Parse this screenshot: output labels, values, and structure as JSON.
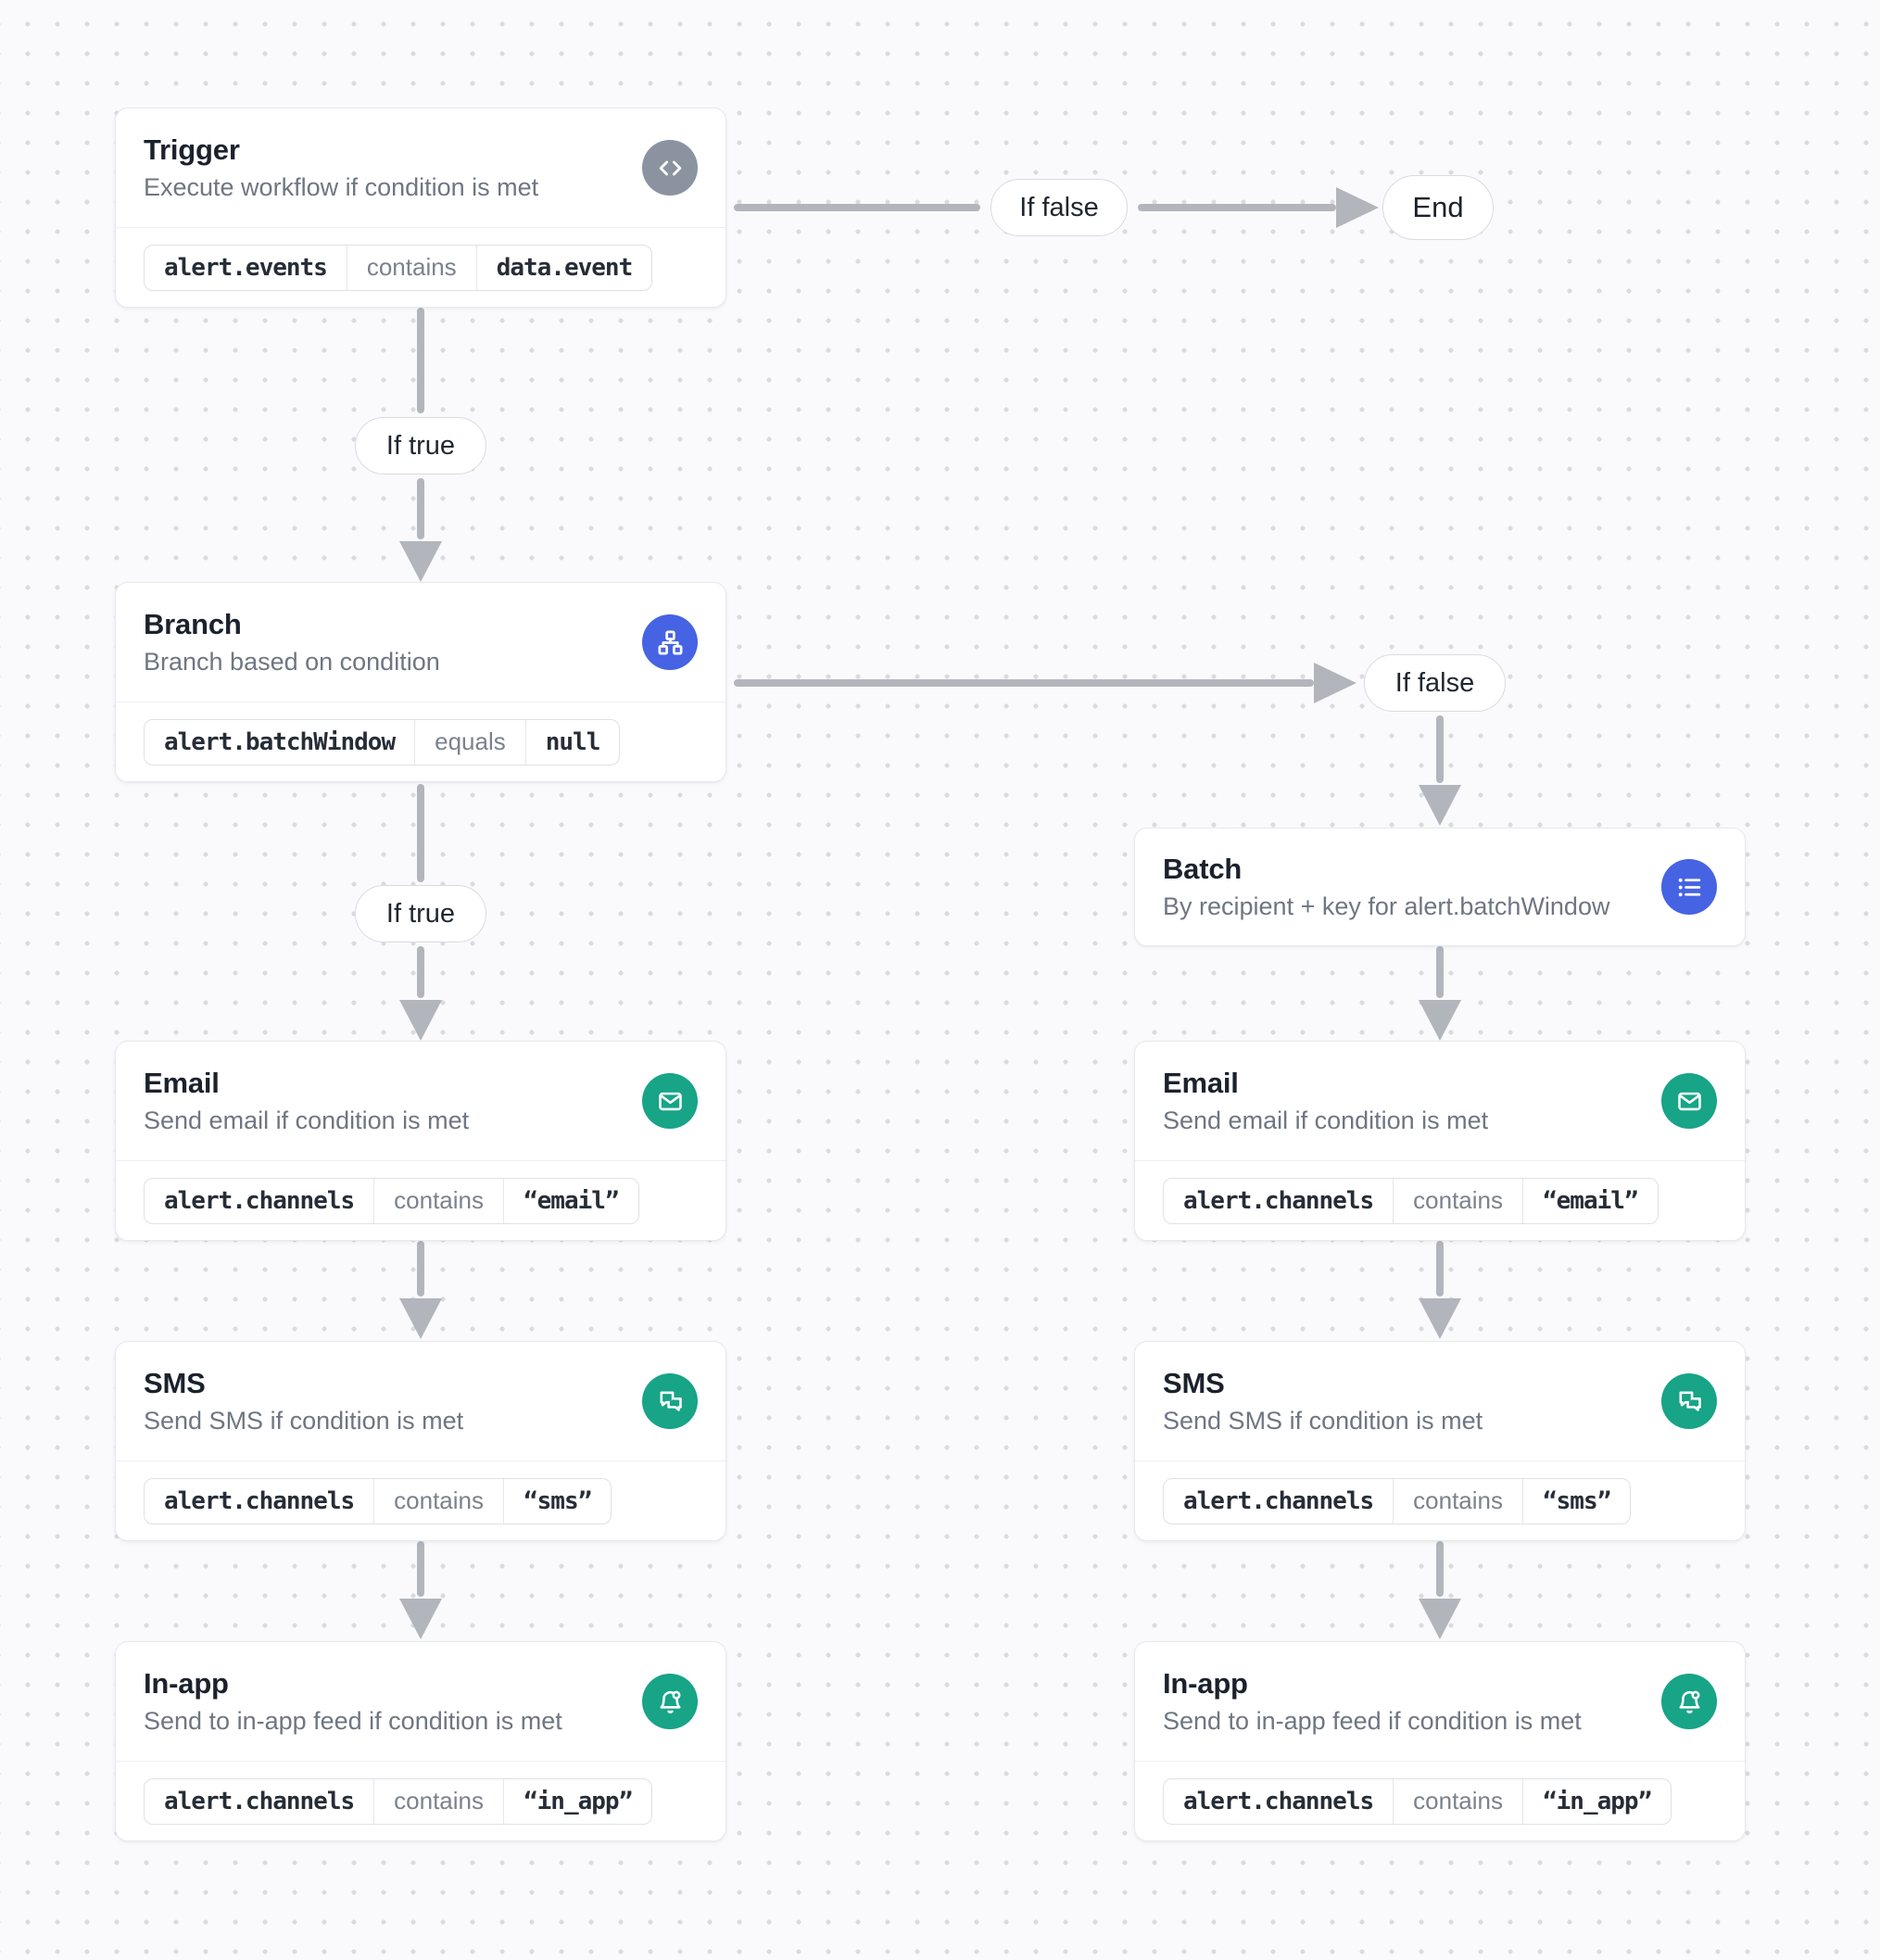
{
  "colors": {
    "accent_blue": "#4663e4",
    "accent_green": "#17a487",
    "neutral_icon_gray": "#8b93a1",
    "connector_gray": "#b2b6bc"
  },
  "nodes": {
    "trigger": {
      "title": "Trigger",
      "subtitle": "Execute workflow if condition is met",
      "icon": "code-icon",
      "condition": {
        "field": "alert.events",
        "operator": "contains",
        "value": "data.event"
      }
    },
    "branch": {
      "title": "Branch",
      "subtitle": "Branch based on condition",
      "icon": "sitemap-icon",
      "condition": {
        "field": "alert.batchWindow",
        "operator": "equals",
        "value": "null"
      }
    },
    "batch": {
      "title": "Batch",
      "subtitle": "By recipient + key for alert.batchWindow",
      "icon": "list-icon"
    },
    "email_left": {
      "title": "Email",
      "subtitle": "Send email if condition is met",
      "icon": "mail-icon",
      "condition": {
        "field": "alert.channels",
        "operator": "contains",
        "value": "“email”"
      }
    },
    "sms_left": {
      "title": "SMS",
      "subtitle": "Send SMS if condition is met",
      "icon": "chat-icon",
      "condition": {
        "field": "alert.channels",
        "operator": "contains",
        "value": "“sms”"
      }
    },
    "inapp_left": {
      "title": "In-app",
      "subtitle": "Send to in-app feed if condition is met",
      "icon": "bell-icon",
      "condition": {
        "field": "alert.channels",
        "operator": "contains",
        "value": "“in_app”"
      }
    },
    "email_right": {
      "title": "Email",
      "subtitle": "Send email if condition is met",
      "icon": "mail-icon",
      "condition": {
        "field": "alert.channels",
        "operator": "contains",
        "value": "“email”"
      }
    },
    "sms_right": {
      "title": "SMS",
      "subtitle": "Send SMS if condition is met",
      "icon": "chat-icon",
      "condition": {
        "field": "alert.channels",
        "operator": "contains",
        "value": "“sms”"
      }
    },
    "inapp_right": {
      "title": "In-app",
      "subtitle": "Send to in-app feed if condition is met",
      "icon": "bell-icon",
      "condition": {
        "field": "alert.channels",
        "operator": "contains",
        "value": "“in_app”"
      }
    }
  },
  "edges": {
    "trigger_false": {
      "label": "If false"
    },
    "trigger_true": {
      "label": "If true"
    },
    "branch_false": {
      "label": "If false"
    },
    "branch_true": {
      "label": "If true"
    }
  },
  "end": {
    "label": "End"
  }
}
